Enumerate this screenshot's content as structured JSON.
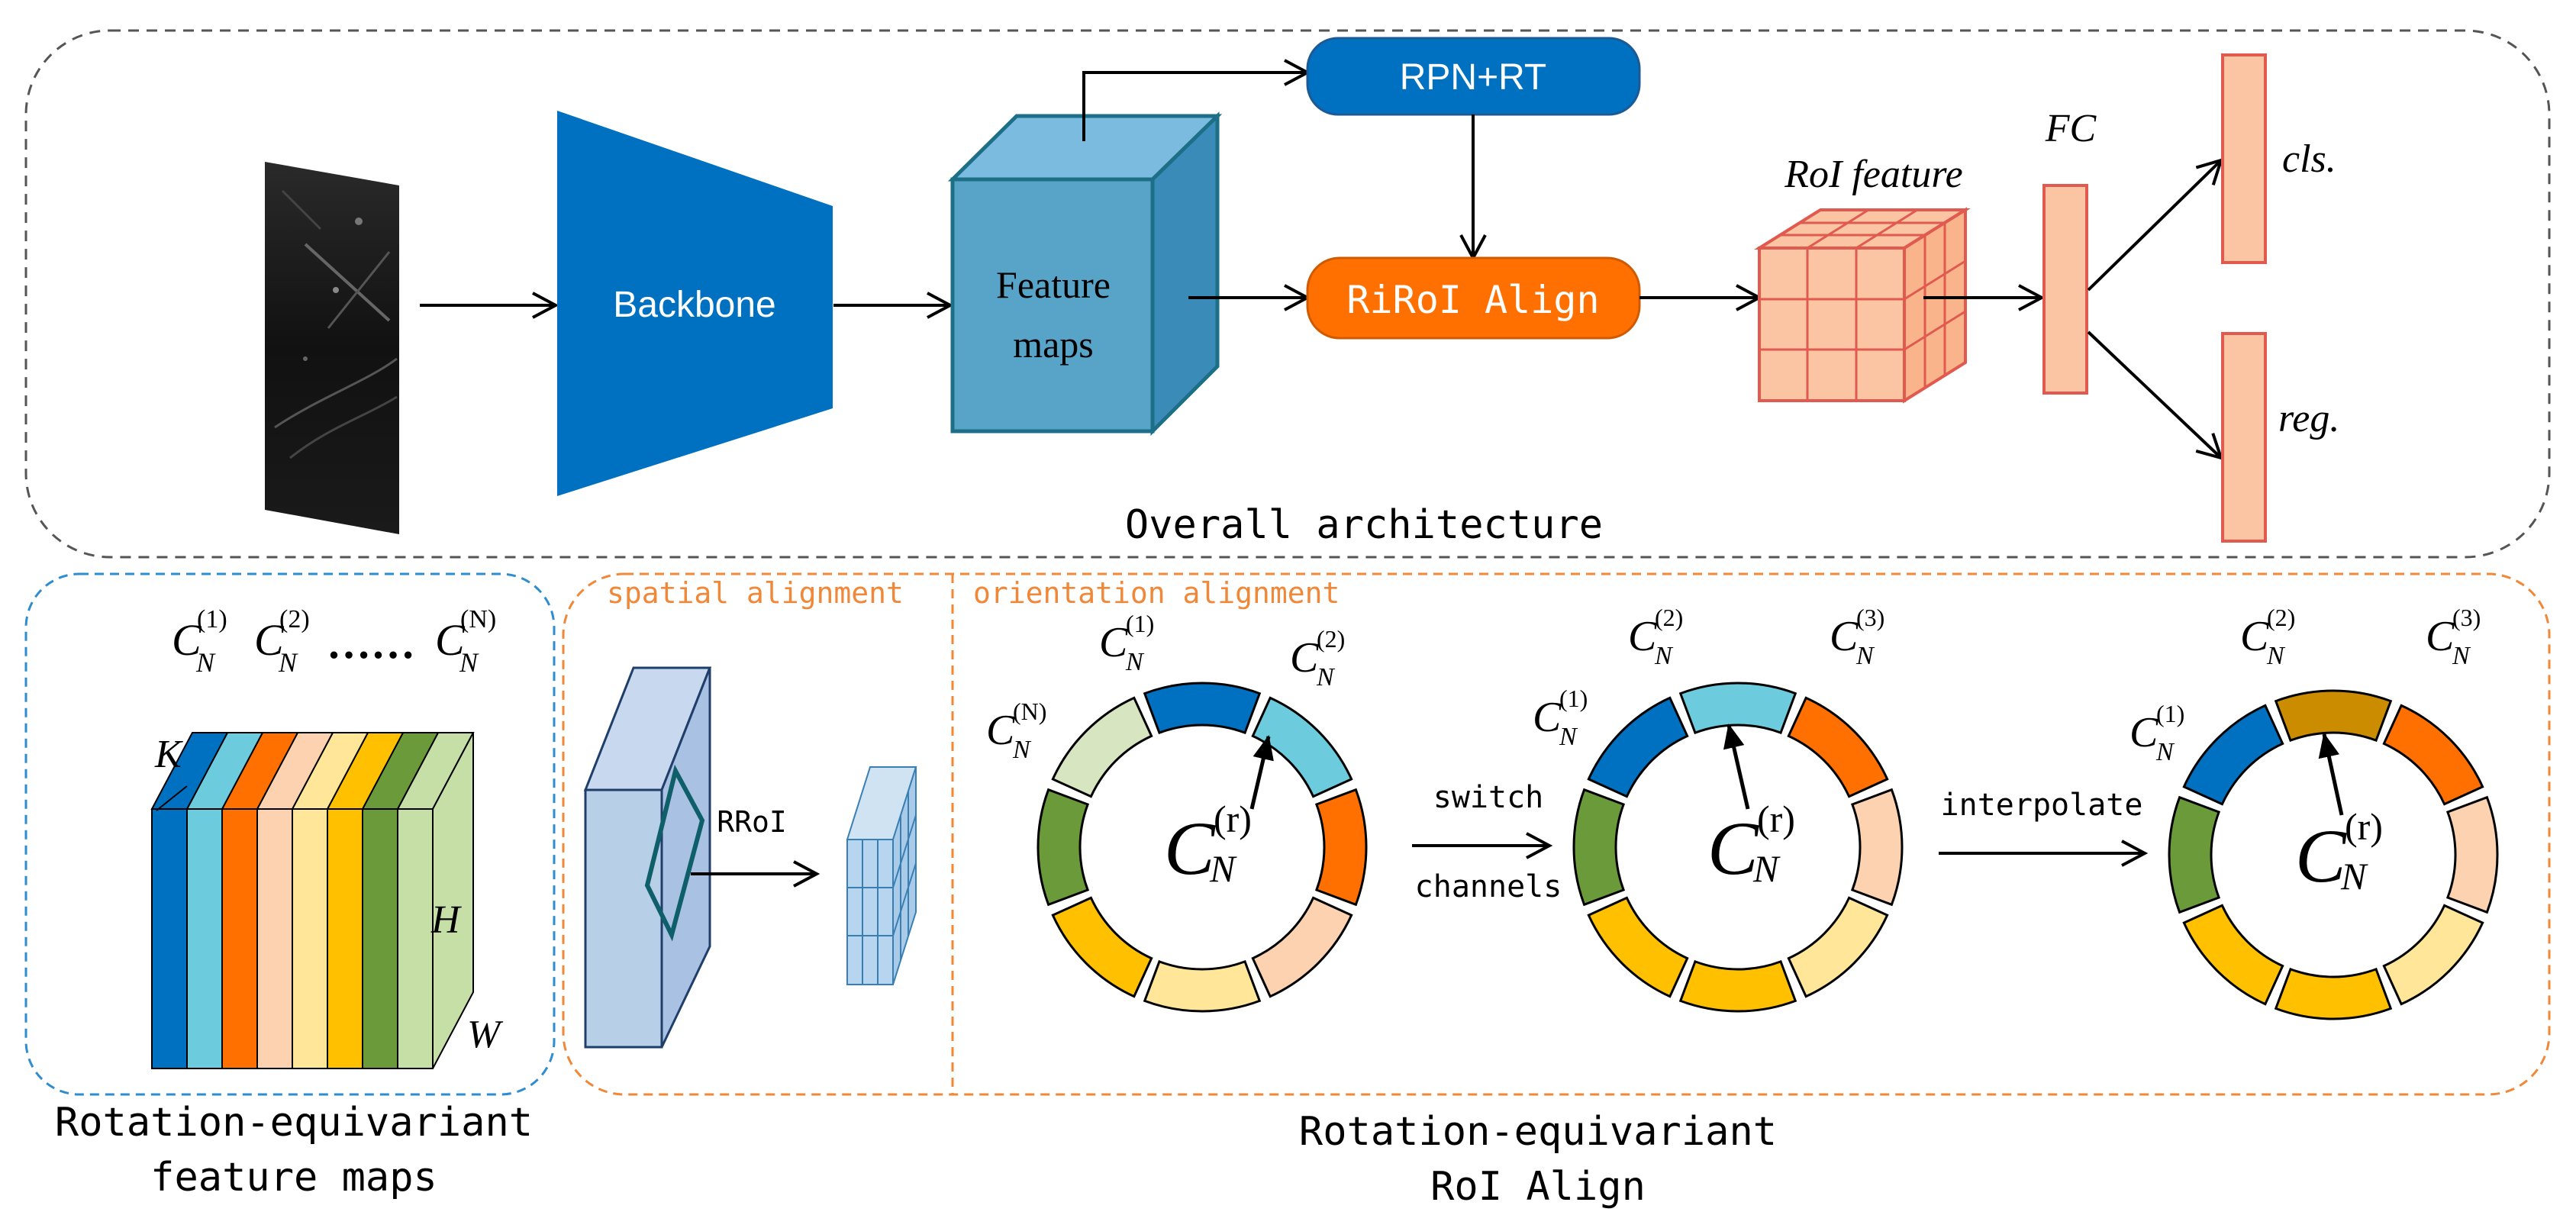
{
  "overall": {
    "title": "Overall architecture",
    "backbone": "Backbone",
    "feature_maps_line1": "Feature",
    "feature_maps_line2": "maps",
    "rpn": "RPN+RT",
    "rirol": "RiRoI Align",
    "roi_feature": "RoI feature",
    "fc": "FC",
    "cls": "cls.",
    "reg": "reg."
  },
  "rotation_maps": {
    "label_line1": "Rotation-equivariant",
    "label_line2": "feature maps",
    "channel_letter": "C",
    "channel_sub": "N",
    "sup1": "(1)",
    "sup2": "(2)",
    "supN": "(N)",
    "dots": "……",
    "k": "K",
    "h": "H",
    "w": "W"
  },
  "roi_align": {
    "label_line1": "Rotation-equivariant",
    "label_line2": "RoI Align",
    "spatial": "spatial alignment",
    "orientation": "orientation alignment",
    "rroi": "RRoI",
    "switch": "switch",
    "channels": "channels",
    "interpolate": "interpolate",
    "c_letter": "C",
    "c_sub": "N",
    "r_sup": "(r)",
    "ring1": {
      "top_left": "(1)",
      "top_right": "(2)",
      "left": "(N)"
    },
    "ring2": {
      "top_left": "(2)",
      "top_right": "(3)",
      "left": "(1)"
    },
    "ring3": {
      "top_left": "(2)",
      "top_right": "(3)",
      "left": "(1)"
    }
  },
  "colors": {
    "blue": "#0070c0",
    "cyan": "#6ccbdc",
    "orange": "#ff7000",
    "peach": "#fcd2b0",
    "light_yellow": "#ffe699",
    "gold": "#ffc000",
    "green": "#6a9a3a",
    "light_green": "#c5dfa6",
    "pale_green": "#d7e6c0",
    "dark_gold": "#cc8c00",
    "salmon": "#fbc4a2",
    "salmon_stroke": "#e05a50",
    "feature_blue": "#58a4c9",
    "dashed_blue": "#2f8ccf",
    "dashed_orange": "#f0883a"
  }
}
